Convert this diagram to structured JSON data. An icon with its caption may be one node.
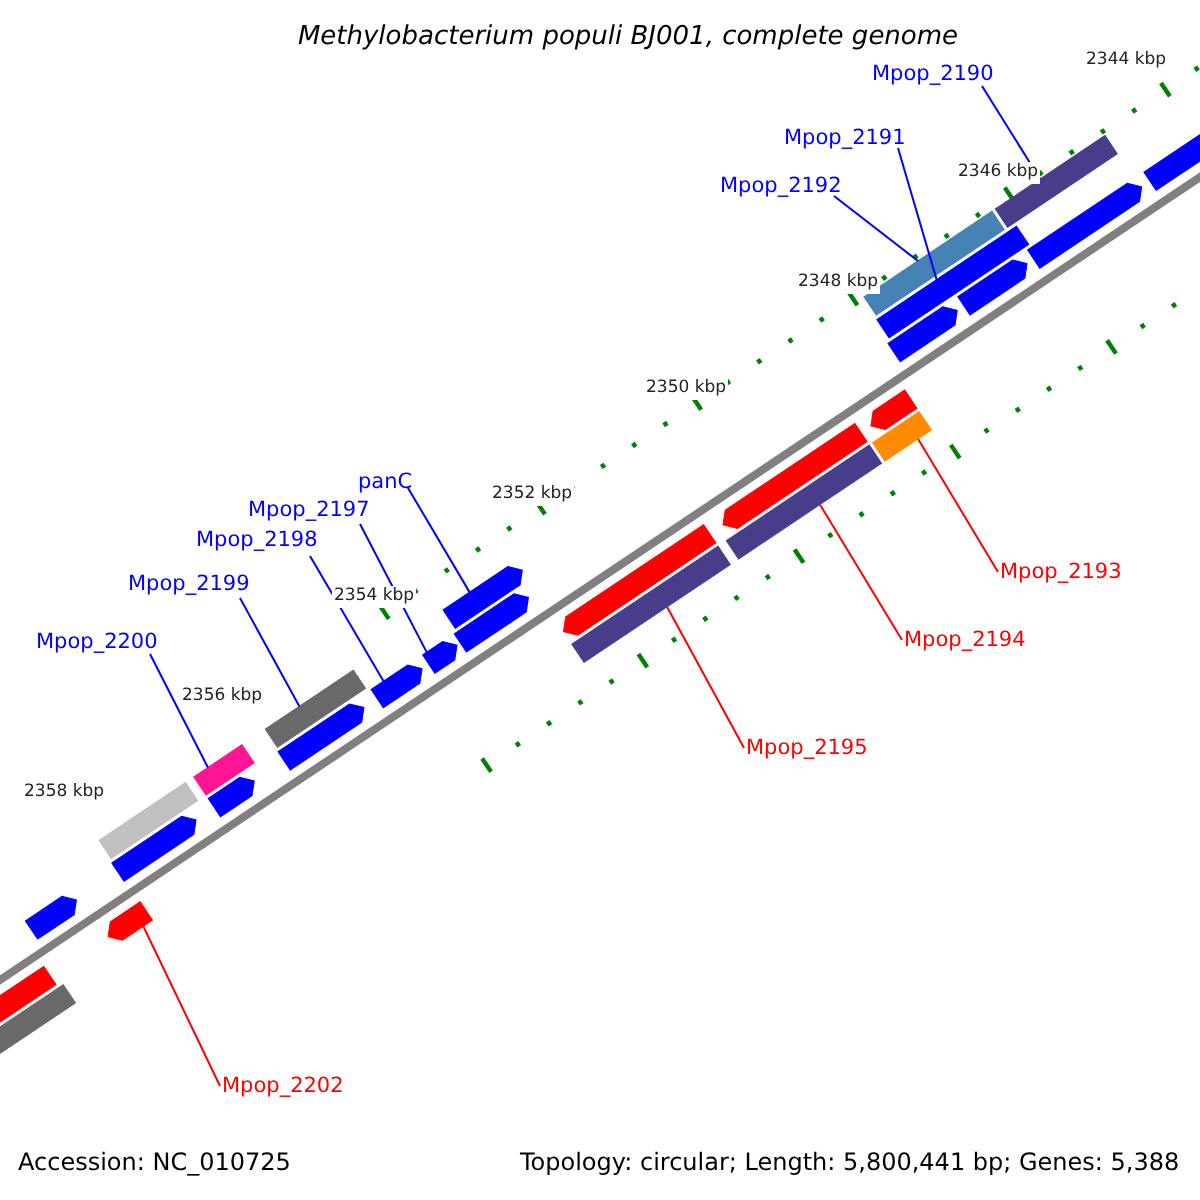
{
  "diagram": {
    "title": "Methylobacterium populi BJ001, complete genome",
    "nodes": [
      {
        "text": [
          "Mpop_2190"
        ]
      },
      {
        "text": [
          "Mpop_2191"
        ]
      },
      {
        "text": [
          "Mpop_2192"
        ]
      },
      {
        "text": [
          "panC"
        ]
      },
      {
        "text": [
          "Mpop_2197"
        ]
      },
      {
        "text": [
          "Mpop_2198"
        ]
      },
      {
        "text": [
          "Mpop_2199"
        ]
      },
      {
        "text": [
          "Mpop_2200"
        ]
      },
      {
        "text": [
          "Mpop_2193"
        ]
      },
      {
        "text": [
          "Mpop_2194"
        ]
      },
      {
        "text": [
          "Mpop_2195"
        ]
      },
      {
        "text": [
          "Mpop_2202"
        ]
      },
      {
        "text": [],
        "shape": "bar"
      },
      {
        "text": [],
        "shape": "bar"
      },
      {
        "text": [],
        "shape": "bar"
      },
      {
        "text": [],
        "shape": "bar"
      },
      {
        "text": [],
        "shape": "bar"
      },
      {
        "text": [],
        "shape": "bar"
      },
      {
        "text": [],
        "shape": "bar"
      },
      {
        "text": [],
        "shape": "bar"
      },
      {
        "text": [],
        "shape": "bar"
      },
      {
        "text": [],
        "shape": "bar"
      },
      {
        "text": [],
        "shape": "bar"
      },
      {
        "text": [],
        "shape": "bar"
      },
      {
        "text": [],
        "shape": "bar"
      },
      {
        "text": [],
        "shape": "bar"
      },
      {
        "text": [],
        "shape": "bar"
      },
      {
        "text": [],
        "shape": "bar"
      },
      {
        "text": [],
        "shape": "bar"
      },
      {
        "text": [],
        "shape": "bar"
      },
      {
        "text": [],
        "shape": "bar"
      },
      {
        "text": [],
        "shape": "bar"
      },
      {
        "text": [],
        "shape": "bar"
      },
      {
        "text": [],
        "shape": "bar"
      },
      {
        "text": [],
        "shape": "bar"
      },
      {
        "text": [],
        "shape": "bar"
      },
      {
        "text": [],
        "shape": "bar"
      },
      {
        "text": [],
        "shape": "bar"
      },
      {
        "text": [],
        "shape": "bar"
      }
    ],
    "edges": [
      {
        "from": 0,
        "to": 18,
        "arrow": "none"
      },
      {
        "from": 1,
        "to": 16,
        "arrow": "none"
      },
      {
        "from": 2,
        "to": 17,
        "arrow": "none"
      },
      {
        "from": 3,
        "to": 19,
        "arrow": "none"
      },
      {
        "from": 4,
        "to": 20,
        "arrow": "none"
      },
      {
        "from": 5,
        "to": 22,
        "arrow": "none"
      },
      {
        "from": 6,
        "to": 23,
        "arrow": "none"
      },
      {
        "from": 7,
        "to": 25,
        "arrow": "none"
      },
      {
        "from": 8,
        "to": 31,
        "arrow": "none",
        "color": "#ff0000"
      },
      {
        "from": 9,
        "to": 33,
        "arrow": "none",
        "color": "#ff0000"
      },
      {
        "from": 10,
        "to": 35,
        "arrow": "none",
        "color": "#ff0000"
      },
      {
        "from": 11,
        "to": 36,
        "arrow": "none",
        "color": "#ff0000"
      }
    ],
    "labels": [
      "2344 kbp",
      "2346 kbp",
      "2348 kbp",
      "2350 kbp",
      "2352 kbp",
      "2354 kbp",
      "2356 kbp",
      "2358 kbp",
      "Accession: NC_010725",
      "Topology: circular; Length: 5,800,441 bp; Genes: 5,388"
    ]
  }
}
